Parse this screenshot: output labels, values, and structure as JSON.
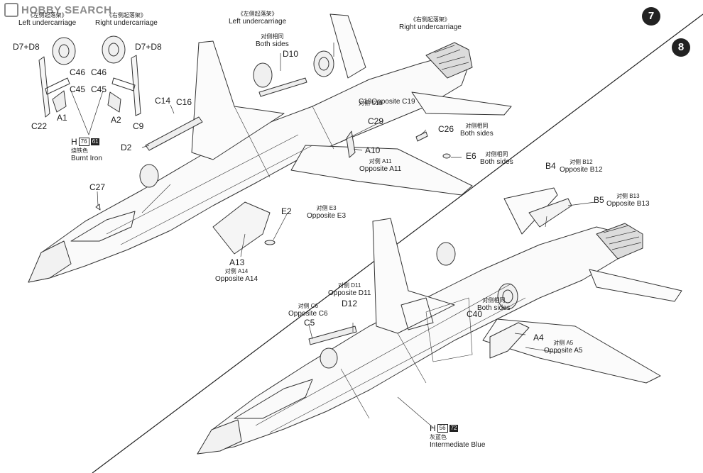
{
  "watermark": {
    "text": "HOBBY SEARCH",
    "icon": "hobby-search-logo-icon"
  },
  "steps": {
    "step7": "7",
    "step8": "8"
  },
  "step7": {
    "left_uc": {
      "cn": "《左侧起落架》",
      "en": "Left undercarriage"
    },
    "right_uc": {
      "cn": "《右侧起落架》",
      "en": "Right undercarriage"
    },
    "left_uc2": {
      "cn": "《左侧起落架》",
      "en": "Left undercarriage"
    },
    "right_uc2": {
      "cn": "《右侧起落架》",
      "en": "Right undercarriage"
    },
    "labels": {
      "d7d8_left": "D7+D8",
      "d7d8_right": "D7+D8",
      "c46_left": "C46",
      "c45_left": "C45",
      "c46_right": "C46",
      "c45_right": "C45",
      "a1": "A1",
      "a2": "A2",
      "c22": "C22",
      "c9": "C9",
      "c14": "C14",
      "c16": "C16",
      "d2": "D2",
      "c27": "C27",
      "d10": "D10",
      "c29": "C29",
      "c26": "C26",
      "a10": "A10",
      "e6": "E6",
      "e2": "E2",
      "a13": "A13"
    },
    "d10_note": {
      "cn": "对侧相同",
      "en": "Both sides"
    },
    "c19_note": {
      "cn": "对侧 C19",
      "en": "Opposite C19"
    },
    "c26_note": {
      "cn": "对侧相同",
      "en": "Both sides"
    },
    "a11_note": {
      "cn": "对侧 A11",
      "en": "Opposite A11"
    },
    "e6_note": {
      "cn": "对侧相同",
      "en": "Both sides"
    },
    "e3_note": {
      "cn": "对侧 E3",
      "en": "Opposite E3"
    },
    "a14_note": {
      "cn": "对侧 A14",
      "en": "Opposite A14"
    },
    "c19_label": "C19",
    "paint": {
      "code": "H",
      "num1": "76",
      "num2": "61",
      "cn": "烧铁色",
      "en": "Burnt Iron"
    }
  },
  "step8": {
    "labels": {
      "b4": "B4",
      "b5": "B5",
      "d12": "D12",
      "c5": "C5",
      "c40": "C40",
      "a4": "A4"
    },
    "b12_note": {
      "cn": "对侧 B12",
      "en": "Opposite B12"
    },
    "b13_note": {
      "cn": "对侧 B13",
      "en": "Opposite B13"
    },
    "d11_note": {
      "cn": "对侧 D11",
      "en": "Opposite D11"
    },
    "c6_note": {
      "cn": "对侧 C6",
      "en": "Opposite C6"
    },
    "c40_note": {
      "cn": "对侧相同",
      "en": "Both sides"
    },
    "a5_note": {
      "cn": "对侧 A5",
      "en": "Opposite A5"
    },
    "paint": {
      "code": "H",
      "num1": "56",
      "num2": "72",
      "cn": "灰蓝色",
      "en": "Intermediate Blue"
    }
  }
}
